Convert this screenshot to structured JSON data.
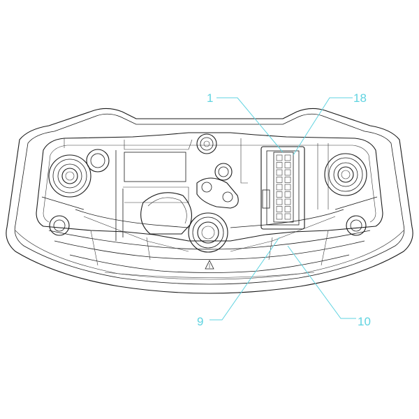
{
  "callouts": {
    "c1": "1",
    "c18": "18",
    "c9": "9",
    "c10": "10"
  },
  "colors": {
    "line": "#1a1a1a",
    "callout": "#5fd3e0",
    "background": "#ffffff"
  }
}
